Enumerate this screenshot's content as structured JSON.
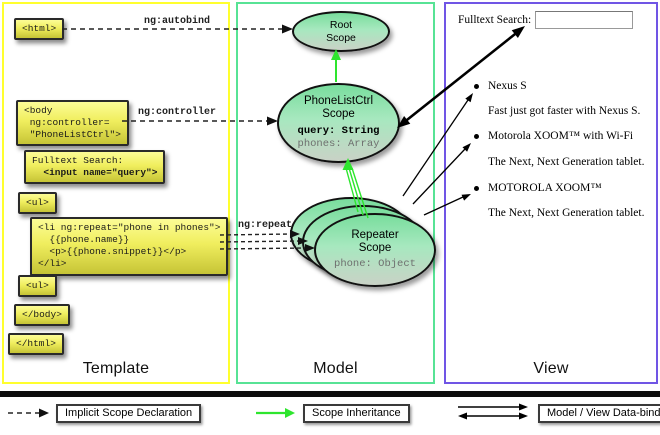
{
  "columns": {
    "template": {
      "label": "Template",
      "border_color": "#ffff2e"
    },
    "model": {
      "label": "Model",
      "border_color": "#57e395"
    },
    "view": {
      "label": "View",
      "border_color": "#7055e5"
    }
  },
  "annotations": {
    "autobind": "ng:autobind",
    "controller": "ng:controller",
    "repeat": "ng:repeat"
  },
  "template": {
    "boxes": {
      "html_open": "<html>",
      "body_open": "<body\n ng:controller=\n \"PhoneListCtrl\">",
      "fulltext_line1": "Fulltext Search:",
      "fulltext_line2": "  <input name=\"query\">",
      "ul_open": "<ul>",
      "li_repeat": "<li ng:repeat=\"phone in phones\">\n  {{phone.name}}\n  <p>{{phone.snippet}}</p>\n</li>",
      "ul_close": "<ul>",
      "body_close": "</body>",
      "html_close": "</html>"
    }
  },
  "model": {
    "root_scope": {
      "title": "Root\nScope"
    },
    "phonelist_scope": {
      "title": "PhoneListCtrl\nScope",
      "prop_query": "query: String",
      "prop_phones": "phones: Array"
    },
    "repeater_scope": {
      "title": "Repeater\nScope",
      "prop_phone": "phone: Object"
    }
  },
  "view": {
    "search_label": "Fulltext Search:",
    "search_value": "",
    "items": [
      {
        "bullet": true,
        "text": "Nexus S"
      },
      {
        "bullet": false,
        "text": "Fast just got faster with Nexus S."
      },
      {
        "bullet": true,
        "text": "Motorola XOOM™ with Wi-Fi"
      },
      {
        "bullet": false,
        "text": "The Next, Next Generation tablet."
      },
      {
        "bullet": true,
        "text": "MOTOROLA XOOM™"
      },
      {
        "bullet": false,
        "text": "The Next, Next Generation tablet."
      }
    ]
  },
  "legend": {
    "implicit": "Implicit Scope Declaration",
    "inheritance": "Scope Inheritance",
    "binding": "Model / View Data-binding"
  },
  "colors": {
    "inheritance_green": "#2ee52e",
    "arrow_black": "#111111",
    "code_box_top": "#fcfc96",
    "code_box_bottom": "#c6c436",
    "scope_fill_top": "#79dd9d",
    "scope_fill_bottom": "#c9d2c6"
  }
}
